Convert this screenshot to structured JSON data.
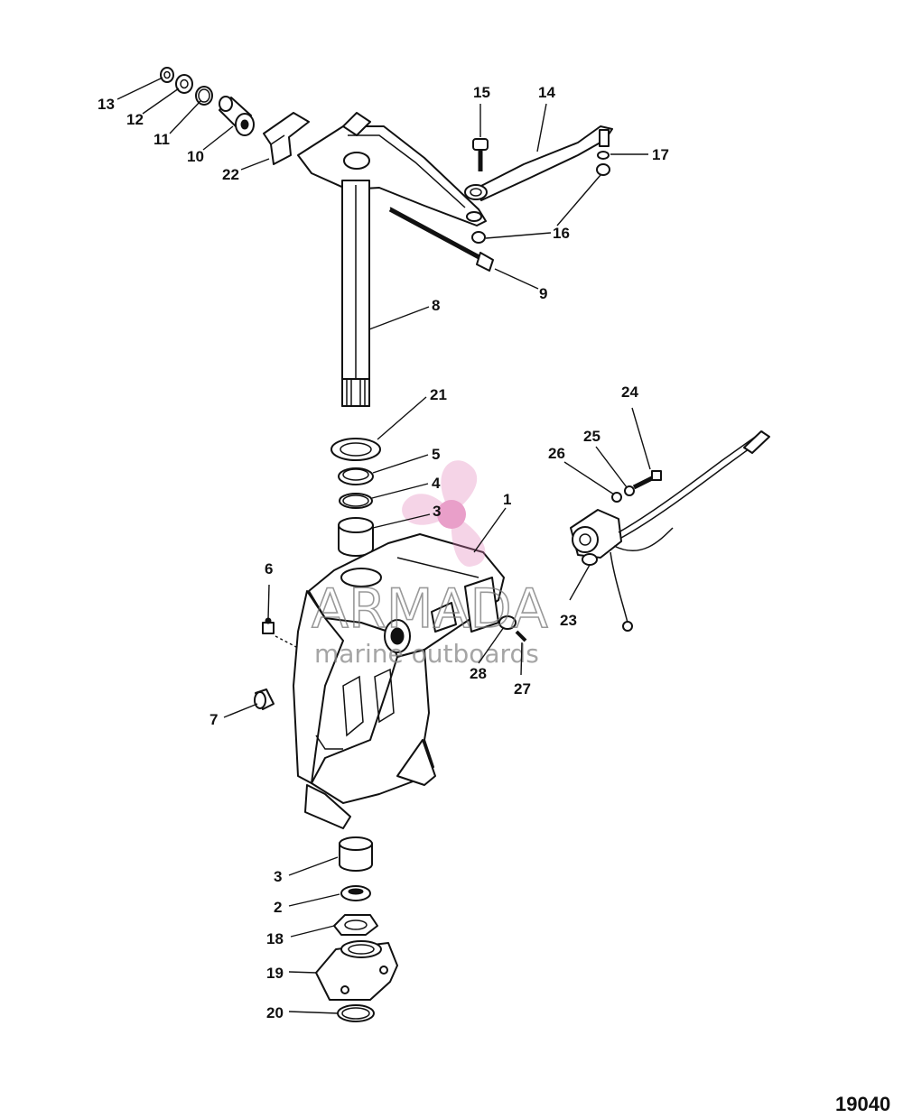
{
  "drawing_number": "19040",
  "watermark": {
    "brand": "ARMADA",
    "tagline": "marine outboards",
    "color": "#e27fb8"
  },
  "callouts": {
    "c1": "1",
    "c2": "2",
    "c3a": "3",
    "c3b": "3",
    "c4": "4",
    "c5": "5",
    "c6": "6",
    "c7": "7",
    "c8": "8",
    "c9": "9",
    "c10": "10",
    "c11": "11",
    "c12": "12",
    "c13": "13",
    "c14": "14",
    "c15": "15",
    "c16": "16",
    "c17": "17",
    "c18": "18",
    "c19": "19",
    "c20": "20",
    "c21": "21",
    "c22": "22",
    "c23": "23",
    "c24": "24",
    "c25": "25",
    "c26": "26",
    "c27": "27",
    "c28": "28"
  }
}
